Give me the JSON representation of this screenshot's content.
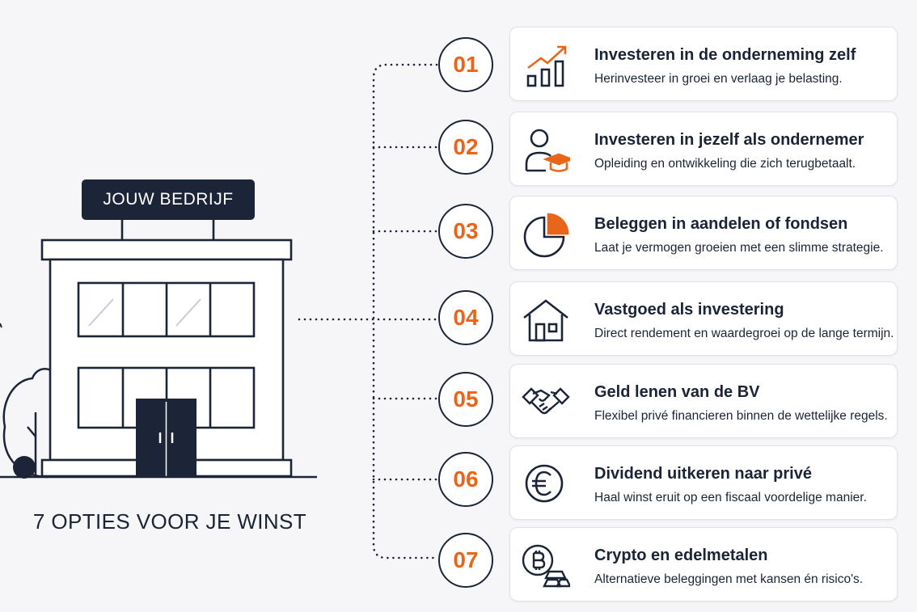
{
  "company_sign": "JOUW BEDRIJF",
  "caption": "7 OPTIES VOOR JE WINST",
  "colors": {
    "accent": "#e8651a",
    "navy": "#1c2538",
    "card_bg": "#ffffff",
    "page_bg": "#f6f6f8"
  },
  "options": [
    {
      "number": "01",
      "icon": "growth-chart-icon",
      "title": "Investeren in de onderneming zelf",
      "description": "Herinvesteer in groei en verlaag je belasting."
    },
    {
      "number": "02",
      "icon": "graduate-person-icon",
      "title": "Investeren in jezelf als ondernemer",
      "description": "Opleiding en ontwikkeling die zich terugbetaalt."
    },
    {
      "number": "03",
      "icon": "pie-chart-icon",
      "title": "Beleggen in aandelen of fondsen",
      "description": "Laat je vermogen groeien met een slimme strategie."
    },
    {
      "number": "04",
      "icon": "house-icon",
      "title": "Vastgoed als investering",
      "description": "Direct rendement en waardegroei op de lange termijn."
    },
    {
      "number": "05",
      "icon": "handshake-icon",
      "title": "Geld lenen van de BV",
      "description": "Flexibel privé financieren binnen de wettelijke regels."
    },
    {
      "number": "06",
      "icon": "euro-coin-icon",
      "title": "Dividend uitkeren naar privé",
      "description": "Haal winst eruit op een fiscaal voordelige manier."
    },
    {
      "number": "07",
      "icon": "bitcoin-gold-icon",
      "title": "Crypto en edelmetalen",
      "description": "Alternatieve beleggingen met kansen én risico's."
    }
  ]
}
